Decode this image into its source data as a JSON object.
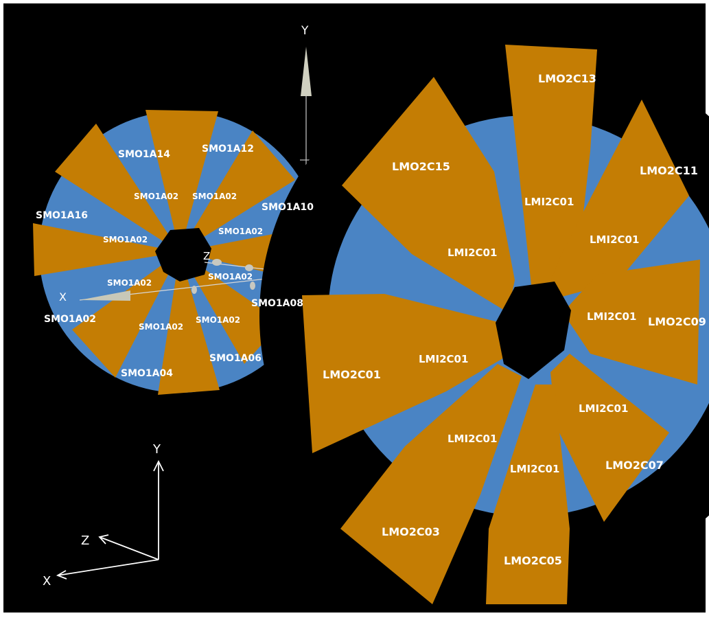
{
  "colors": {
    "background": "#000000",
    "blue_panel": "#4a84c4",
    "orange_panel": "#c47d04",
    "label_text": "#ffffff",
    "axis": "#ffffff"
  },
  "small_wheel": {
    "outer_labels": [
      "SMO1A14",
      "SMO1A12",
      "SMO1A10",
      "SMO1A08",
      "SMO1A06",
      "SMO1A04",
      "SMO1A02",
      "SMO1A16"
    ],
    "inner_labels": [
      "SMO1A02",
      "SMO1A02",
      "SMO1A02",
      "SMO1A02",
      "SMO1A02",
      "SMO1A02",
      "SMO1A02",
      "SMO1A02"
    ]
  },
  "large_wheel": {
    "outer_labels": [
      "LMO2C13",
      "LMO2C11",
      "LMO2C09",
      "LMO2C07",
      "LMO2C05",
      "LMO2C03",
      "LMO2C01",
      "LMO2C15"
    ],
    "inner_labels": [
      "LMI2C01",
      "LMI2C01",
      "LMI2C01",
      "LMI2C01",
      "LMI2C01",
      "LMI2C01",
      "LMI2C01",
      "LMI2C01"
    ]
  },
  "axes": {
    "center_y": "Y",
    "center_z": "Z",
    "center_x": "X",
    "triad_y": "Y",
    "triad_z": "Z",
    "triad_x": "X"
  }
}
